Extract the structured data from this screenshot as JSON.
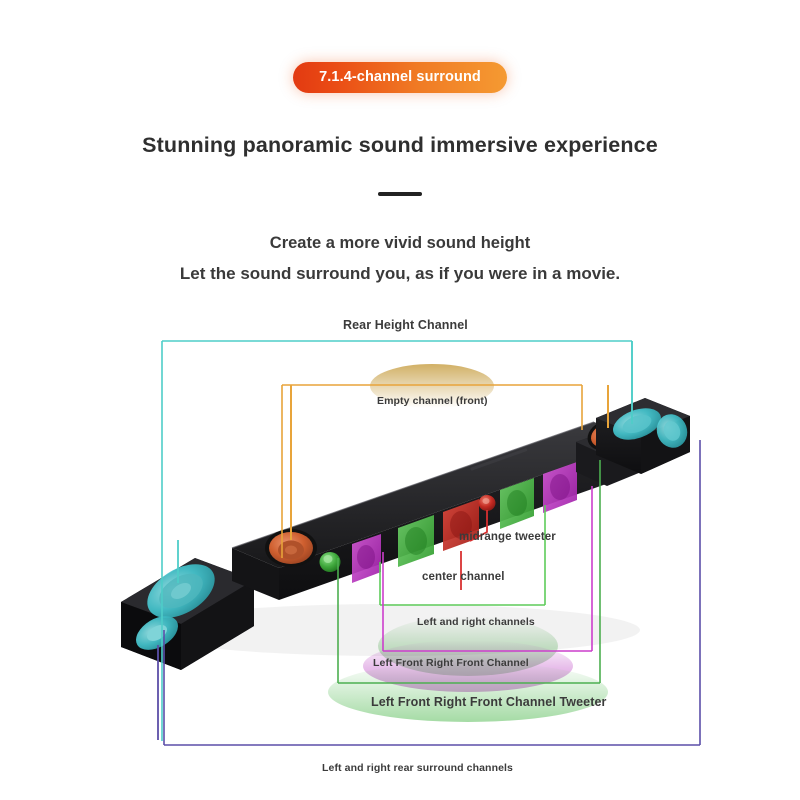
{
  "hero": {
    "badge": "7.1.4-channel surround",
    "headline": "Stunning panoramic sound immersive experience",
    "sub_line1": "Create a more vivid sound height",
    "sub_line2": "Let the sound surround you, as if you were in a movie."
  },
  "diagram": {
    "labels": {
      "rear_height": "Rear Height Channel",
      "empty_front": "Empty channel (front)",
      "midrange_tweeter": "midrange tweeter",
      "center_channel": "center channel",
      "left_right_channels": "Left and right channels",
      "lf_rf_channel": "Left Front Right Front Channel",
      "lf_rf_tweeter": "Left Front Right Front Channel Tweeter",
      "rear_surround": "Left and right rear surround channels"
    },
    "colors": {
      "rear_height": "#4ecdc8",
      "empty_front": "#e8a43a",
      "midrange_tweeter": "#d83030",
      "center_channel": "#5ecb5a",
      "left_right_channels": "#cc3ecc",
      "lf_rf_channel": "#c03fd0",
      "lf_rf_tweeter": "#4caf50",
      "rear_surround": "#5b4fa8"
    }
  },
  "product": {
    "name": "soundbar-with-satellites",
    "body_color": "#1b1b1d",
    "drivers": [
      {
        "name": "left-satellite-woofer",
        "color": "#3ec8d0"
      },
      {
        "name": "left-satellite-tweeter",
        "color": "#3ec8d0"
      },
      {
        "name": "soundbar-left-woofer",
        "color": "#d9622f"
      },
      {
        "name": "soundbar-left-dome-tweeter",
        "color": "#4caf50"
      },
      {
        "name": "soundbar-left-front",
        "color": "#cc3ecc"
      },
      {
        "name": "soundbar-left-mid",
        "color": "#5ecb5a"
      },
      {
        "name": "soundbar-center",
        "color": "#d83030"
      },
      {
        "name": "soundbar-center-dome-tweeter",
        "color": "#d83030"
      },
      {
        "name": "soundbar-right-mid",
        "color": "#5ecb5a"
      },
      {
        "name": "soundbar-right-front",
        "color": "#cc3ecc"
      },
      {
        "name": "soundbar-right-dome-tweeter",
        "color": "#4caf50"
      },
      {
        "name": "soundbar-right-woofer",
        "color": "#d9622f"
      },
      {
        "name": "right-satellite-woofer",
        "color": "#3ec8d0"
      },
      {
        "name": "right-satellite-tweeter",
        "color": "#3ec8d0"
      }
    ]
  }
}
